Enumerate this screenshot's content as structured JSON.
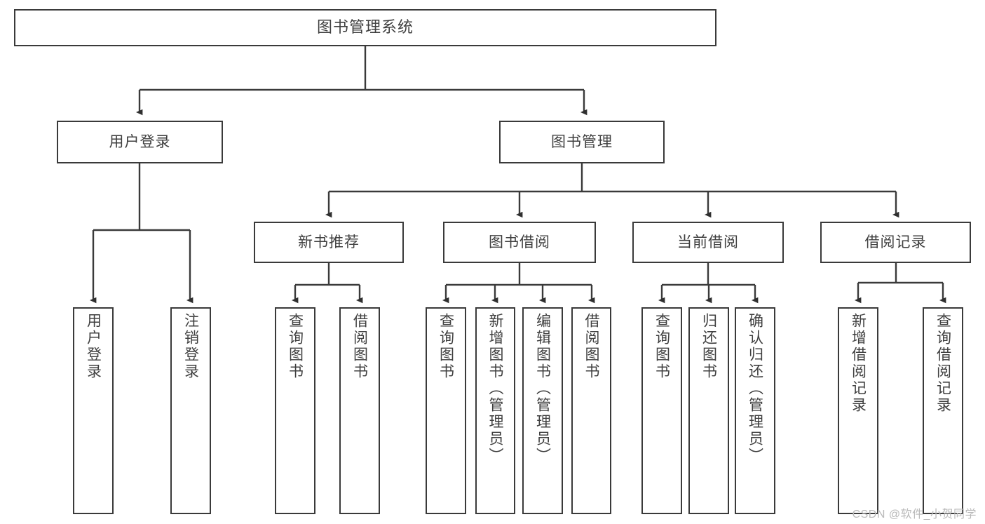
{
  "diagram": {
    "title_box": {
      "label": "图书管理系统"
    },
    "level1": [
      {
        "id": "user-login",
        "label": "用户登录"
      },
      {
        "id": "book-management",
        "label": "图书管理"
      }
    ],
    "level2": [
      {
        "id": "new-book-recommend",
        "label": "新书推荐"
      },
      {
        "id": "book-borrow",
        "label": "图书借阅"
      },
      {
        "id": "current-borrow",
        "label": "当前借阅"
      },
      {
        "id": "borrow-record",
        "label": "借阅记录"
      }
    ],
    "leaves": {
      "user_login": [
        {
          "id": "leaf-user-login",
          "label": "用户登录"
        },
        {
          "id": "leaf-logout-login",
          "label": "注销登录"
        }
      ],
      "new_book_recommend": [
        {
          "id": "leaf-query-book-1",
          "label": "查询图书"
        },
        {
          "id": "leaf-borrow-book-1",
          "label": "借阅图书"
        }
      ],
      "book_borrow": [
        {
          "id": "leaf-query-book-2",
          "label": "查询图书"
        },
        {
          "id": "leaf-add-book",
          "label": "新增图书（管理员）"
        },
        {
          "id": "leaf-edit-book",
          "label": "编辑图书（管理员）"
        },
        {
          "id": "leaf-borrow-book-2",
          "label": "借阅图书"
        }
      ],
      "current_borrow": [
        {
          "id": "leaf-query-book-3",
          "label": "查询图书"
        },
        {
          "id": "leaf-return-book",
          "label": "归还图书"
        },
        {
          "id": "leaf-confirm-return",
          "label": "确认归还（管理员）"
        }
      ],
      "borrow_record": [
        {
          "id": "leaf-add-record",
          "label": "新增借阅记录"
        },
        {
          "id": "leaf-query-record",
          "label": "查询借阅记录"
        }
      ]
    },
    "watermark": "CSDN @软件_小贺同学",
    "colors": {
      "stroke": "#3a3a3a",
      "text": "#3f3f3f",
      "background": "#ffffff",
      "watermark": "#b9b9b9"
    }
  }
}
